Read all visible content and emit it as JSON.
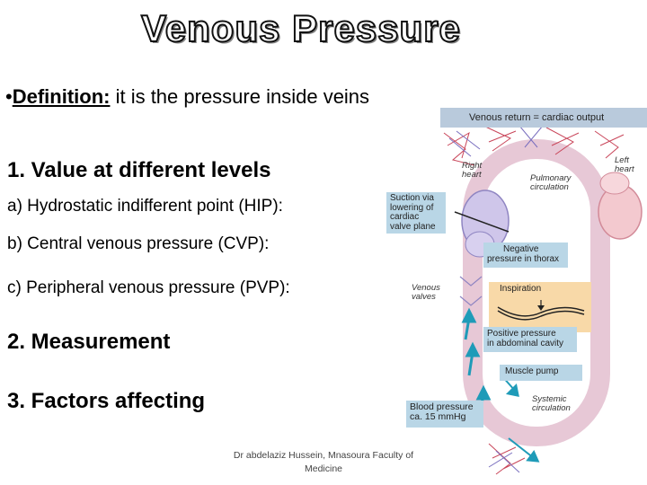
{
  "title": "Venous Pressure",
  "definition": {
    "bullet": "•",
    "label": "Definition:",
    "text": " it is the pressure inside veins"
  },
  "sections": {
    "s1": "1.  Value at different levels",
    "a": "a) Hydrostatic indifferent point  (HIP):",
    "b": "b) Central venous pressure (CVP):",
    "c": "c) Peripheral venous pressure (PVP):",
    "s2": "2. Measurement",
    "s3": "3. Factors affecting"
  },
  "footer": {
    "line1": "Dr abdelaziz Hussein, Mnasoura Faculty of",
    "line2": "Medicine"
  },
  "diagram": {
    "header": "Venous return = cardiac output",
    "right_heart": [
      "Right",
      "heart"
    ],
    "left_heart": [
      "Left",
      "heart"
    ],
    "pulmonary": [
      "Pulmonary",
      "circulation"
    ],
    "suction": [
      "Suction via",
      "lowering of",
      "cardiac",
      "valve plane"
    ],
    "negative": [
      "Negative",
      "pressure in thorax"
    ],
    "venous_valves": [
      "Venous",
      "valves"
    ],
    "inspiration": "Inspiration",
    "positive": [
      "Positive pressure",
      "in abdominal cavity"
    ],
    "muscle_pump": "Muscle pump",
    "blood_pressure": [
      "Blood pressure",
      "ca. 15 mmHg"
    ],
    "systemic": [
      "Systemic",
      "circulation"
    ],
    "colors": {
      "vessel_outer": "#e7c8d6",
      "vessel_inner": "#ffffff",
      "vein_blue": "#b8b0d8",
      "artery_red": "#e8a0a8",
      "box_blue": "#b9d6e6",
      "box_orange": "#f8d9a8",
      "arrow": "#1f9bb8"
    }
  }
}
